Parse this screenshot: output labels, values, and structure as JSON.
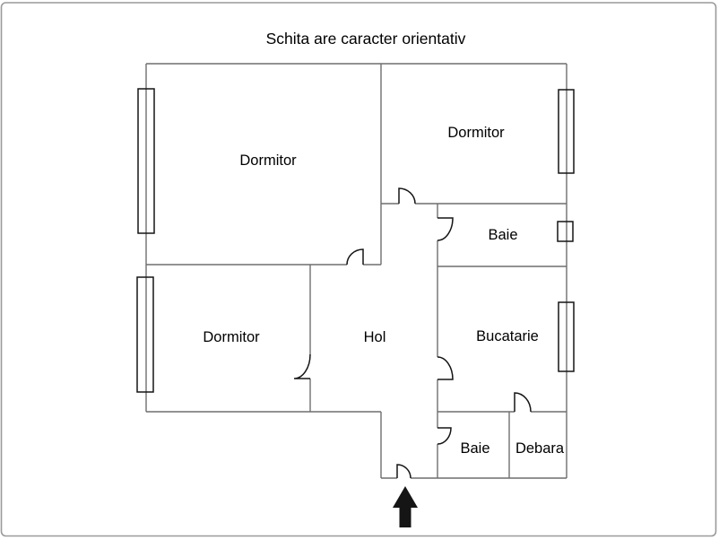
{
  "title": "Schita are caracter orientativ",
  "rooms": {
    "dormitor1": {
      "label": "Dormitor"
    },
    "dormitor2": {
      "label": "Dormitor"
    },
    "dormitor3": {
      "label": "Dormitor"
    },
    "hol": {
      "label": "Hol"
    },
    "bucatarie": {
      "label": "Bucatarie"
    },
    "baie1": {
      "label": "Baie"
    },
    "baie2": {
      "label": "Baie"
    },
    "debara": {
      "label": "Debara"
    }
  },
  "icons": {
    "entrance_arrow": "arrow-up"
  },
  "colors": {
    "wall": "#6e6e6e",
    "symbol": "#151515",
    "text": "#000000",
    "frame": "#9a9a9a",
    "background": "#ffffff"
  }
}
